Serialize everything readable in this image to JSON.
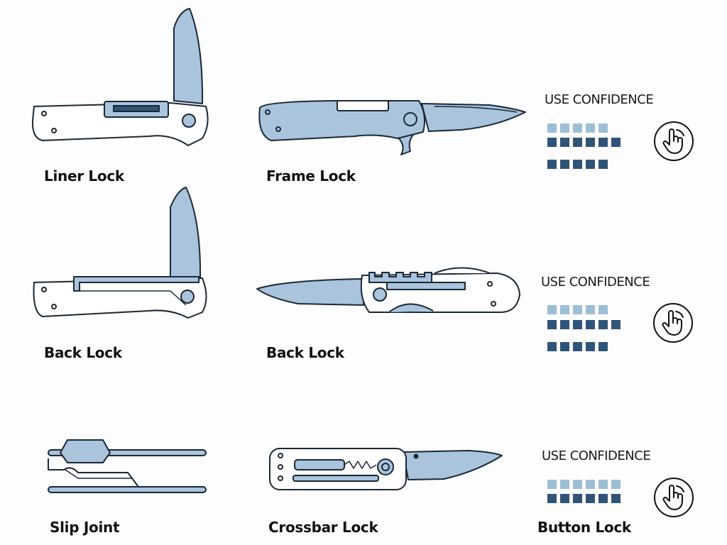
{
  "colors": {
    "blade": "#a9c4dc",
    "outline": "#1b2836",
    "light_square": "#9dbfd6",
    "dark_square": "#2f5478"
  },
  "knives": [
    {
      "label": "Liner Lock"
    },
    {
      "label": "Frame Lock"
    },
    {
      "label": "Back Lock"
    },
    {
      "label": "Back Lock"
    },
    {
      "label": "Slip Joint"
    },
    {
      "label": "Crossbar Lock"
    },
    {
      "label": "Button Lock"
    }
  ],
  "confidence_panels": [
    {
      "title": "USE CONFIDENCE",
      "rows": [
        {
          "shade": "light",
          "count": 5
        },
        {
          "shade": "dark",
          "count": 6
        },
        {
          "shade": "dark",
          "count": 5
        }
      ],
      "icon": "hand-pointer-icon"
    },
    {
      "title": "USE CONFIDENCE",
      "rows": [
        {
          "shade": "light",
          "count": 5
        },
        {
          "shade": "dark",
          "count": 6
        },
        {
          "shade": "dark",
          "count": 5
        }
      ],
      "icon": "hand-pointer-icon"
    },
    {
      "title": "USE CONFIDENCE",
      "rows": [
        {
          "shade": "light",
          "count": 6
        },
        {
          "shade": "dark",
          "count": 6
        }
      ],
      "icon": "hand-pointer-icon"
    }
  ]
}
